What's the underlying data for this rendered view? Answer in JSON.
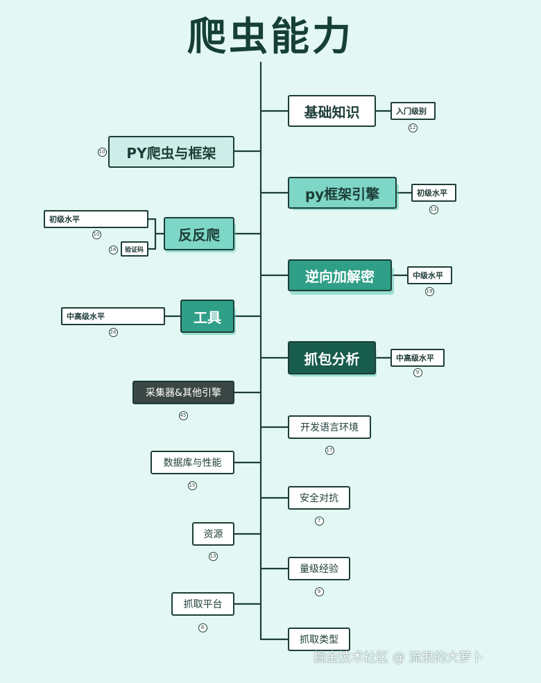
{
  "title": "爬虫能力",
  "watermark": "掘金技术社区 @ 流浪的大萝卜",
  "branches": {
    "basic": {
      "label": "基础知识",
      "tag": "入门级别",
      "count": "12"
    },
    "py_crawler": {
      "label": "PY爬虫与框架",
      "count": "10"
    },
    "py_engine": {
      "label": "py框架引擎",
      "tag": "初级水平",
      "count": "13"
    },
    "anti_anti": {
      "label": "反反爬",
      "tags": [
        {
          "label": "初级水平",
          "count": "10"
        },
        {
          "label": "验证码",
          "count": "16"
        }
      ]
    },
    "reverse": {
      "label": "逆向加解密",
      "tag": "中级水平",
      "count": "19"
    },
    "tools": {
      "label": "工具",
      "tag": "中高级水平",
      "count": "24"
    },
    "capture": {
      "label": "抓包分析",
      "tag": "中高级水平",
      "count": "9"
    },
    "collector": {
      "label": "采集器&其他引擎",
      "count": "45"
    },
    "dev_env": {
      "label": "开发语言环境",
      "count": "17"
    },
    "database": {
      "label": "数据库与性能",
      "count": "15"
    },
    "security": {
      "label": "安全对抗",
      "count": "7"
    },
    "resources": {
      "label": "资源",
      "count": "13"
    },
    "scale": {
      "label": "量级经验",
      "count": "9"
    },
    "platform": {
      "label": "抓取平台",
      "count": "8"
    },
    "types": {
      "label": "抓取类型"
    }
  },
  "colors": {
    "background": "#e3f7f3",
    "line": "#1c3d37",
    "mint": "#7ed6c6",
    "teal": "#2f9f87",
    "dark_teal": "#175c4d",
    "gray": "#3b4744"
  }
}
